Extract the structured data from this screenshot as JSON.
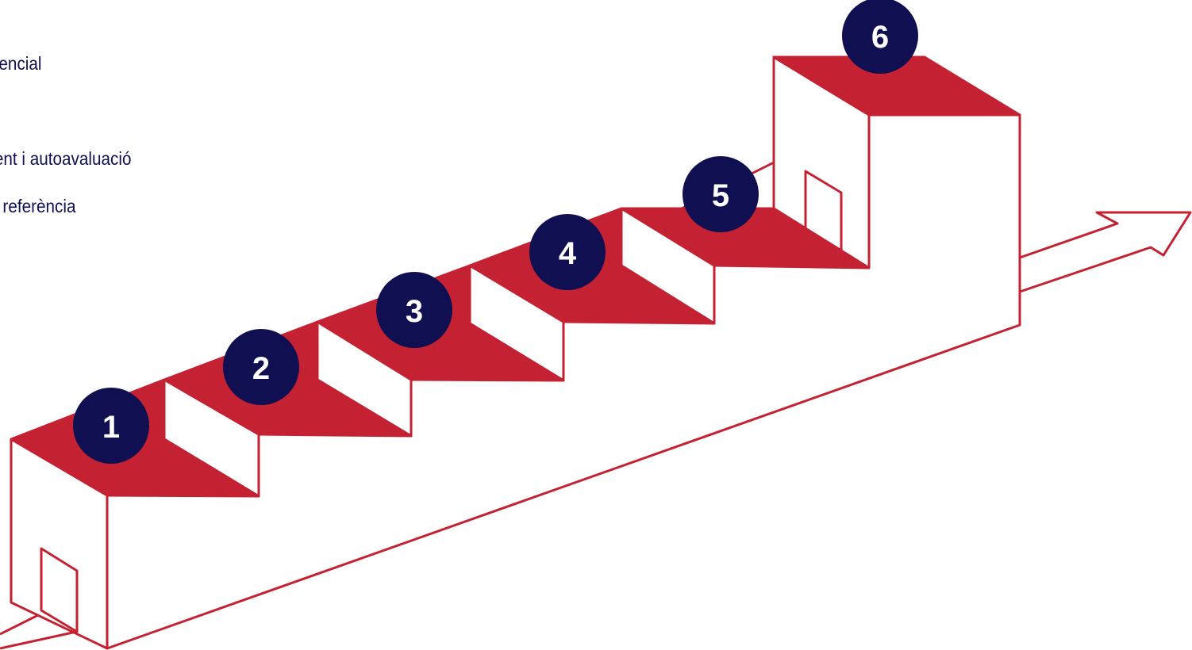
{
  "labels": [
    "r potencial",
    "guiment i autoavaluació",
    "r de referència"
  ],
  "steps": [
    "1",
    "2",
    "3",
    "4",
    "5",
    "6"
  ],
  "colors": {
    "accent_red": "#c42232",
    "navy": "#0f0f52",
    "white": "#ffffff"
  }
}
